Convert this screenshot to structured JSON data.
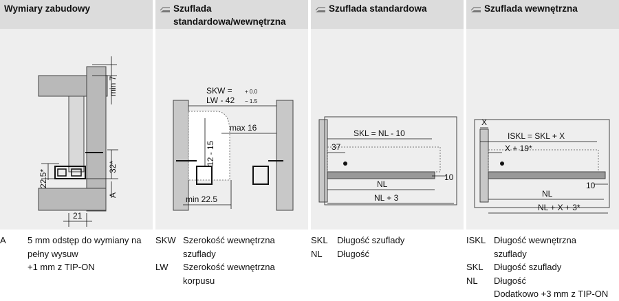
{
  "columns": [
    {
      "title": "Wymiary zabudowy"
    },
    {
      "title": "Szuflada standardowa/wewnętrzna"
    },
    {
      "title": "Szuflada standardowa"
    },
    {
      "title": "Szuflada wewnętrzna"
    }
  ],
  "diagram1": {
    "label_min7": "min 7",
    "label_32": "32*",
    "label_225": "22.5*",
    "label_A": "A",
    "label_21": "21"
  },
  "diagram2": {
    "skw_formula": "SKW =",
    "skw_tol_plus": "+ 0.0",
    "lw_formula": "LW - 42",
    "lw_tol_minus": "− 1.5",
    "label_max16": "max 16",
    "label_12_15": "12 - 15",
    "label_min225": "min 22.5"
  },
  "diagram3": {
    "skl": "SKL = NL - 10",
    "label_37": "37",
    "label_10": "10",
    "label_nl": "NL",
    "label_nl3": "NL + 3"
  },
  "diagram4": {
    "label_x": "X",
    "iskl": "ISKL = SKL + X",
    "x19": "X + 19*",
    "label_10": "10",
    "label_nl": "NL",
    "label_nlx3": "NL + X + 3*"
  },
  "legend1": [
    {
      "abbr": "A",
      "lines": [
        "5 mm odstęp do wymiany na",
        "pełny wysuw",
        "+1 mm z TIP-ON"
      ]
    }
  ],
  "legend2": [
    {
      "abbr": "SKW",
      "lines": [
        "Szerokość wewnętrzna",
        "szuflady"
      ]
    },
    {
      "abbr": "LW",
      "lines": [
        "Szerokość wewnętrzna",
        "korpusu"
      ]
    }
  ],
  "legend3": [
    {
      "abbr": "SKL",
      "lines": [
        "Długość szuflady"
      ]
    },
    {
      "abbr": "NL",
      "lines": [
        "Długość"
      ]
    }
  ],
  "legend4": [
    {
      "abbr": "ISKL",
      "lines": [
        "Długość wewnętrzna",
        "szuflady"
      ]
    },
    {
      "abbr": "SKL",
      "lines": [
        "Długość szuflady"
      ]
    },
    {
      "abbr": "NL",
      "lines": [
        "Długość",
        "Dodatkowo +3 mm z TIP-ON"
      ]
    }
  ]
}
